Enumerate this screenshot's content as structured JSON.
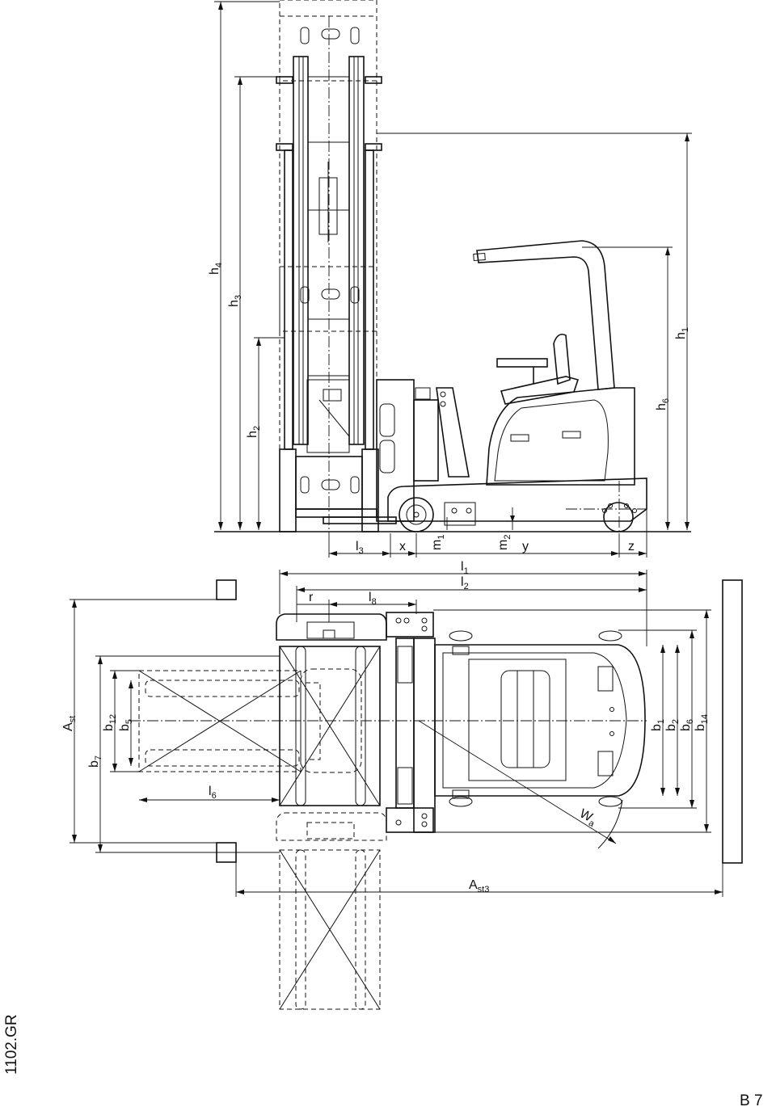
{
  "labels": {
    "h4": {
      "main": "h",
      "sub": "4"
    },
    "h3": {
      "main": "h",
      "sub": "3"
    },
    "h2": {
      "main": "h",
      "sub": "2"
    },
    "h1": {
      "main": "h",
      "sub": "1"
    },
    "h6": {
      "main": "h",
      "sub": "6"
    },
    "l3": {
      "main": "l",
      "sub": "3"
    },
    "x": {
      "main": "x",
      "sub": ""
    },
    "m1": {
      "main": "m",
      "sub": "1"
    },
    "m2": {
      "main": "m",
      "sub": "2"
    },
    "y": {
      "main": "y",
      "sub": ""
    },
    "z": {
      "main": "z",
      "sub": ""
    },
    "l1": {
      "main": "l",
      "sub": "1"
    },
    "l2": {
      "main": "l",
      "sub": "2"
    },
    "r": {
      "main": "r",
      "sub": ""
    },
    "l8": {
      "main": "l",
      "sub": "8"
    },
    "Ast": {
      "main": "A",
      "sub": "st"
    },
    "b7": {
      "main": "b",
      "sub": "7"
    },
    "b12": {
      "main": "b",
      "sub": "12"
    },
    "b5": {
      "main": "b",
      "sub": "5"
    },
    "l6": {
      "main": "l",
      "sub": "6"
    },
    "b1": {
      "main": "b",
      "sub": "1"
    },
    "b2": {
      "main": "b",
      "sub": "2"
    },
    "b6": {
      "main": "b",
      "sub": "6"
    },
    "b14": {
      "main": "b",
      "sub": "14"
    },
    "Wa": {
      "main": "W",
      "sub": "a"
    },
    "Ast3": {
      "main": "A",
      "sub": "st3"
    }
  },
  "page_code": "1102.GR",
  "page_number": "B 7"
}
